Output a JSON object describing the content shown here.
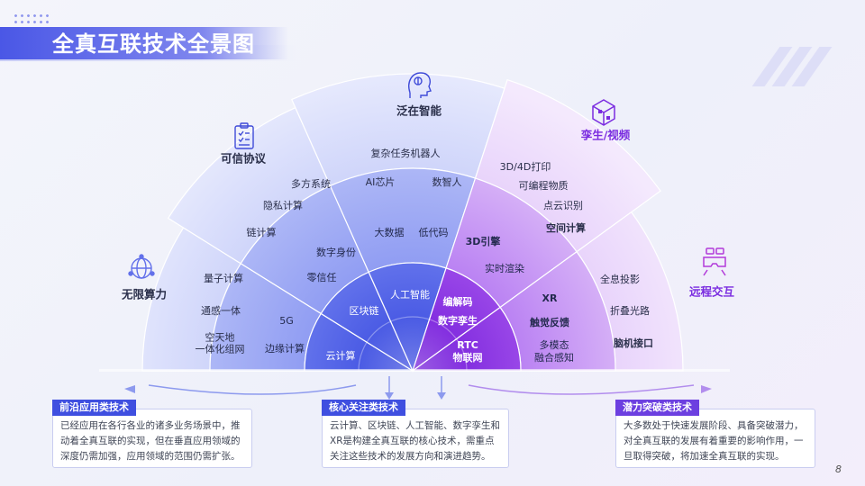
{
  "page": {
    "title": "全真互联技术全景图",
    "page_number": "8"
  },
  "sectors": [
    {
      "key": "infinite",
      "name": "无限算力",
      "icon": "network-globe-icon",
      "outer": [
        "量子计算",
        "通感一体",
        "空天地\n一体化组网"
      ],
      "middle": [
        "5G",
        "边缘计算"
      ],
      "inner": [
        "云计算"
      ]
    },
    {
      "key": "trust",
      "name": "可信协议",
      "icon": "checklist-icon",
      "outer": [
        "多方系统",
        "隐私计算",
        "链计算"
      ],
      "middle": [
        "数字身份",
        "零信任"
      ],
      "inner": [
        "区块链"
      ]
    },
    {
      "key": "ai",
      "name": "泛在智能",
      "icon": "brain-head-icon",
      "outer": [
        "复杂任务机器人",
        "AI芯片",
        "数智人"
      ],
      "middle": [
        "大数据",
        "低代码"
      ],
      "inner": [
        "人工智能"
      ]
    },
    {
      "key": "twin",
      "name": "孪生/视频",
      "icon": "cube-icon",
      "outer": [
        "3D/4D打印",
        "可编程物质",
        "点云识别",
        "空间计算"
      ],
      "middle": [
        "3D引擎",
        "实时渲染"
      ],
      "inner": [
        "编解码",
        "数字孪生",
        "RTC\n物联网"
      ]
    },
    {
      "key": "remote",
      "name": "远程交互",
      "icon": "vr-headset-icon",
      "outer": [
        "全息投影",
        "折叠光路",
        "脑机接口"
      ],
      "middle": [
        "XR",
        "触觉反馈",
        "多模态\n融合感知"
      ],
      "inner": []
    }
  ],
  "cards": [
    {
      "tag": "前沿应用类技术",
      "text": "已经应用在各行各业的诸多业务场景中，推动着全真互联的实现，但在垂直应用领域的深度仍需加强，应用领域的范围仍需扩张。"
    },
    {
      "tag": "核心关注类技术",
      "text": "云计算、区块链、人工智能、数字孪生和XR是构建全真互联的核心技术，需重点关注这些技术的发展方向和演进趋势。"
    },
    {
      "tag": "潜力突破类技术",
      "text": "大多数处于快速发展阶段、具备突破潜力，对全真互联的发展有着重要的影响作用，一旦取得突破，将加速全真互联的实现。"
    }
  ],
  "colors": {
    "blue_dark": "#3f4fe0",
    "blue_light": "#cfd6fb",
    "purple_dark": "#7a2be0",
    "purple_light": "#ecd9fb",
    "text_dark": "#2a2f4a"
  }
}
